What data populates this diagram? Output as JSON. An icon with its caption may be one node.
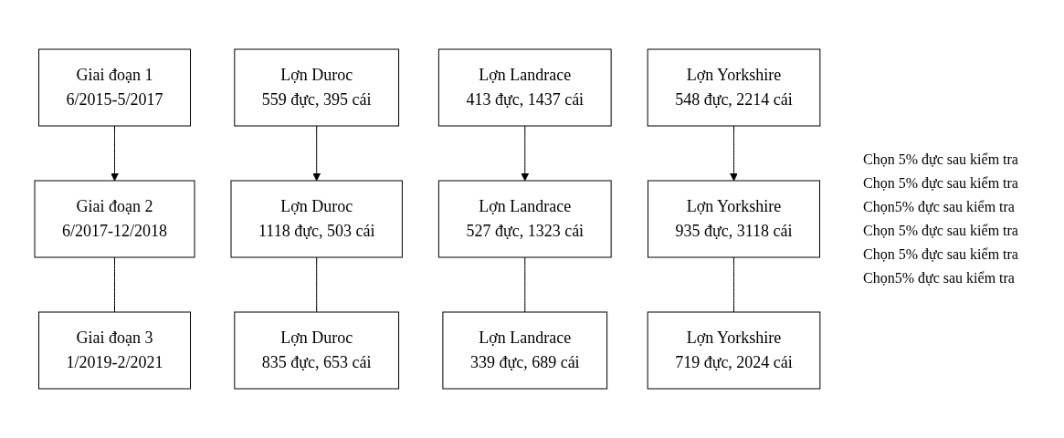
{
  "diagram": {
    "nodes": [
      {
        "text": [
          "Giai đoạn 1",
          "6/2015-5/2017"
        ]
      },
      {
        "text": [
          "Lợn Duroc",
          "559 đực, 395 cái"
        ]
      },
      {
        "text": [
          "Lợn Landrace",
          "413 đực, 1437 cái"
        ]
      },
      {
        "text": [
          "Lợn Yorkshire",
          "548 đực, 2214 cái"
        ]
      },
      {
        "text": [
          "Giai đoạn 2",
          "6/2017-12/2018"
        ]
      },
      {
        "text": [
          "Lợn Duroc",
          "1118 đực, 503 cái"
        ]
      },
      {
        "text": [
          "Lợn Landrace",
          "527 đực, 1323 cái"
        ]
      },
      {
        "text": [
          "Lợn Yorkshire",
          "935 đực, 3118 cái"
        ]
      },
      {
        "text": [
          "Giai đoạn 3",
          "1/2019-2/2021"
        ]
      },
      {
        "text": [
          "Lợn Duroc",
          "835 đực, 653 cái"
        ]
      },
      {
        "text": [
          "Lợn Landrace",
          "339 đực, 689 cái"
        ]
      },
      {
        "text": [
          "Lợn Yorkshire",
          "719 đực, 2024 cái"
        ]
      }
    ],
    "edges": [
      {
        "from": 0,
        "to": 4,
        "arrow": "to"
      },
      {
        "from": 1,
        "to": 5,
        "arrow": "to"
      },
      {
        "from": 2,
        "to": 6,
        "arrow": "to"
      },
      {
        "from": 3,
        "to": 7,
        "arrow": "to"
      },
      {
        "from": 4,
        "to": 8,
        "arrow": "none"
      },
      {
        "from": 5,
        "to": 9,
        "arrow": "none"
      },
      {
        "from": 6,
        "to": 10,
        "arrow": "none"
      },
      {
        "from": 7,
        "to": 11,
        "arrow": "none"
      }
    ],
    "labels": [
      "Chọn 5% đực sau kiểm tra",
      "Chọn 5% đực sau kiểm tra",
      "Chọn5% đực sau kiểm tra",
      "Chọn 5% đực sau kiểm tra",
      "Chọn 5% đực sau kiểm tra",
      "Chọn5% đực sau kiểm tra"
    ]
  }
}
